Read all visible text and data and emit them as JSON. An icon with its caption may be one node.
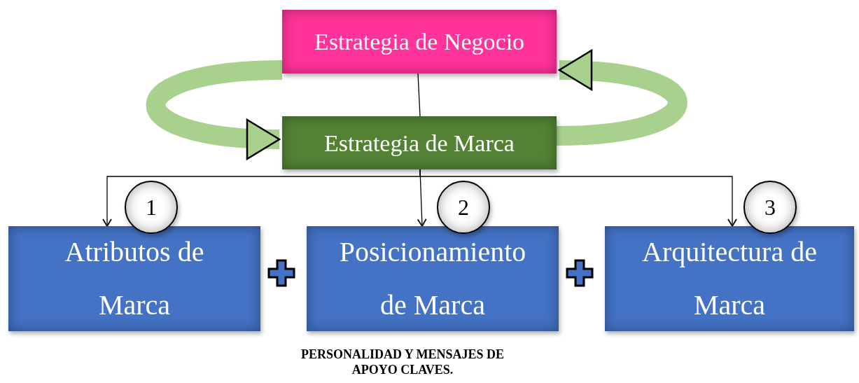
{
  "diagram": {
    "nodes": [
      {
        "text": [
          "Estrategia de Negocio"
        ]
      },
      {
        "text": [
          "Estrategia de Marca"
        ]
      },
      {
        "text": [
          "Atributos de Marca"
        ]
      },
      {
        "text": [
          "Posicionamiento de Marca"
        ]
      },
      {
        "text": [
          "Arquitectura de Marca"
        ]
      },
      {
        "text": [
          "1"
        ]
      },
      {
        "text": [
          "2"
        ]
      },
      {
        "text": [
          "3"
        ]
      }
    ],
    "edges": [
      {
        "from": 0,
        "to": 1,
        "arrow": "to",
        "style": "thick",
        "color": "#a9d18e"
      },
      {
        "from": 1,
        "to": 0,
        "arrow": "to",
        "style": "thick",
        "color": "#a9d18e"
      },
      {
        "from": 0,
        "to": 1,
        "arrow": "none"
      },
      {
        "from": 1,
        "to": 3,
        "arrow": "to"
      },
      {
        "from": 1,
        "to": 2,
        "arrow": "to"
      },
      {
        "from": 1,
        "to": 4,
        "arrow": "to"
      }
    ],
    "labels": [
      "PERSONALIDAD Y MENSAJES DE APOYO CLAVES."
    ]
  }
}
